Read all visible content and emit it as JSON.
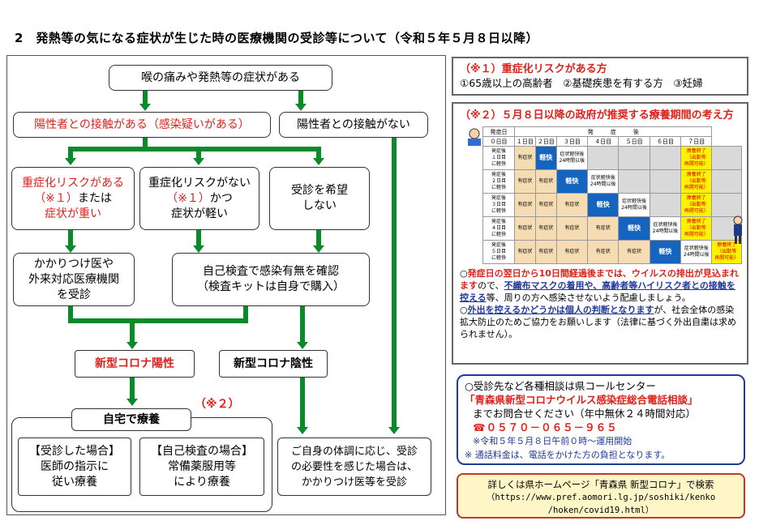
{
  "title": "2　発熱等の気になる症状が生じた時の医療機関の受診等について（令和５年５月８日以降）",
  "flow": {
    "top": "喉の痛みや発熱等の症状がある",
    "contact_yes": "陽性者との接触がある（感染疑いがある）",
    "contact_no": "陽性者との接触がない",
    "high_risk": [
      "重症化リスクがある",
      "（※１）",
      "または",
      "症状が重い"
    ],
    "low_risk": [
      "重症化リスクがない",
      "（※１）",
      "かつ",
      "症状が軽い"
    ],
    "no_visit": [
      "受診を希望",
      "しない"
    ],
    "clinic": [
      "かかりつけ医や",
      "外来対応医療機関",
      "を受診"
    ],
    "selftest": [
      "自己検査で感染有無を確認",
      "（検査キットは自身で購入）"
    ],
    "positive": "新型コロナ陽性",
    "negative": "新型コロナ陰性",
    "note2": "（※２）",
    "home": "自宅で療養",
    "visited": [
      "【受診した場合】",
      "医師の指示に",
      "従い療養"
    ],
    "selfcheck": [
      "【自己検査の場合】",
      "常備薬服用等",
      "により療養"
    ],
    "own_judgement": [
      "ご自身の体調に応じ、受診",
      "の必要性を感じた場合は、",
      "かかりつけ医等を受診"
    ]
  },
  "risk": {
    "heading": "（※１）重症化リスクがある方",
    "body": "①65歳以上の高齢者　②基礎疾患を有する方　③妊婦"
  },
  "schedule": {
    "heading": "（※２）５月８日以降の政府が推奨する療養期間の考え方",
    "col_onset": "発症日",
    "col_after": "発　　　症　　　後",
    "days": [
      "０日目",
      "１日目",
      "２日目",
      "３日目",
      "４日目",
      "５日目",
      "６日目",
      "７日目"
    ],
    "rows": [
      {
        "label": "発症後\n１日目\nに軽快",
        "cells": [
          "有症状",
          "軽快",
          "症状軽快後\n24時間以後",
          "",
          "",
          "",
          "療養終了\n（出勤等\n再開可能）",
          ""
        ]
      },
      {
        "label": "発症後\n２日目\nに軽快",
        "cells": [
          "有症状",
          "有症状",
          "軽快",
          "症状軽快後\n24時間以後",
          "",
          "",
          "療養終了\n（出勤等\n再開可能）",
          ""
        ]
      },
      {
        "label": "発症後\n３日目\nに軽快",
        "cells": [
          "有症状",
          "有症状",
          "有症状",
          "軽快",
          "症状軽快後\n24時間以後",
          "",
          "療養終了\n（出勤等\n再開可能）",
          ""
        ]
      },
      {
        "label": "発症後\n４日目\nに軽快",
        "cells": [
          "有症状",
          "有症状",
          "有症状",
          "有症状",
          "軽快",
          "症状軽快後\n24時間以後",
          "療養終了\n（出勤等\n再開可能）",
          ""
        ]
      },
      {
        "label": "発症後\n５日目\nに軽快",
        "cells": [
          "有症状",
          "有症状",
          "有症状",
          "有症状",
          "有症状",
          "軽快",
          "症状軽快後\n24時間以後",
          "療養終了\n（出勤等\n再開可能）"
        ]
      }
    ],
    "note1_a": "○",
    "note1_red": "発症日の翌日から10日間経過後までは、ウイルスの排出が見込まれます",
    "note1_b": "ので、",
    "note1_blue": "不織布マスクの着用や、高齢者等ハイリスク者との接触を控える",
    "note1_c": "等、周りの方へ感染させないよう配慮しましょう。",
    "note2_a": "○",
    "note2_blue": "外出を控えるかどうかは個人の判断となります",
    "note2_b": "が、社会全体の感染拡大防止のためご協力をお願いします（法律に基づく外出自粛は求められません）。"
  },
  "call": {
    "line1": "○受診先など各種相談は県コールセンター",
    "line2": "「青森県新型コロナウイルス感染症総合電話相談」",
    "line3": "までお問合せください（年中無休２４時間対応）",
    "phone": "☎０５７０－０６５－９６５",
    "note_a": "※令和５年５月８日午前０時～運用開始",
    "note_b": "※ 通話料金は、電話をかけた方の負担となります。"
  },
  "web": {
    "line1": "詳しくは県ホームページ「青森県 新型コロナ」で検索",
    "line2": "（https://www.pref.aomori.lg.jp/soshiki/kenko",
    "line3": "/hoken/covid19.html）"
  },
  "colors": {
    "green": "#0a8a2a",
    "red": "#e0211b",
    "blue": "#1e3a9e",
    "yellow": "#fff200",
    "darkblue": "#1565c0"
  }
}
